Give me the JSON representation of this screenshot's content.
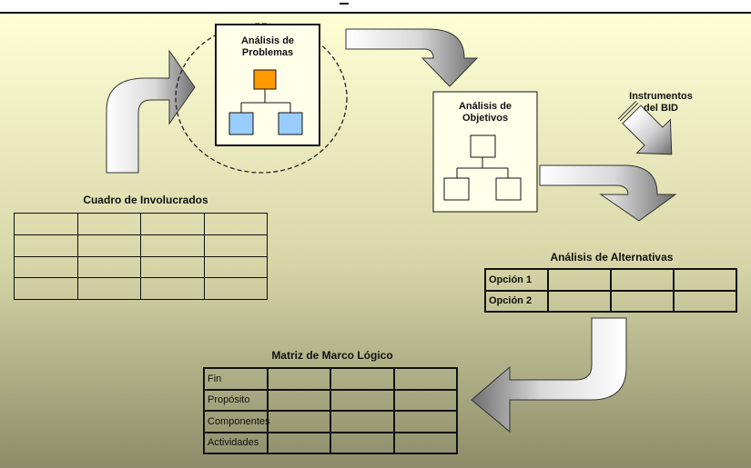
{
  "title_problem_tree": [
    "Análisis de",
    "Problemas"
  ],
  "title_objective_tree": [
    "Análisis de",
    "Objetivos"
  ],
  "title_instruments": [
    "Instrumentos",
    "del BID"
  ],
  "stakeholders": {
    "title": "Cuadro de Involucrados",
    "rows": [
      [
        "",
        "",
        "",
        ""
      ],
      [
        "",
        "",
        "",
        ""
      ],
      [
        "",
        "",
        "",
        ""
      ],
      [
        "",
        "",
        "",
        ""
      ]
    ]
  },
  "alternatives": {
    "title": "Análisis de Alternativas",
    "rows": [
      [
        "Opción 1",
        "",
        "",
        ""
      ],
      [
        "Opción 2",
        "",
        "",
        ""
      ]
    ]
  },
  "logframe": {
    "title": "Matriz de Marco Lógico",
    "rows": [
      [
        "Fin",
        "",
        "",
        ""
      ],
      [
        "Propósito",
        "",
        "",
        ""
      ],
      [
        "Componentes",
        "",
        "",
        ""
      ],
      [
        "Actividades",
        "",
        "",
        ""
      ]
    ]
  },
  "colors": {
    "background_top": "#ffffd6",
    "background_bottom": "#8c8c6a",
    "problem_root_box": "#ff9900",
    "problem_leaf_box": "#99ccff",
    "arrow_light": "#ffffff",
    "arrow_dark": "#6e6e6e"
  }
}
